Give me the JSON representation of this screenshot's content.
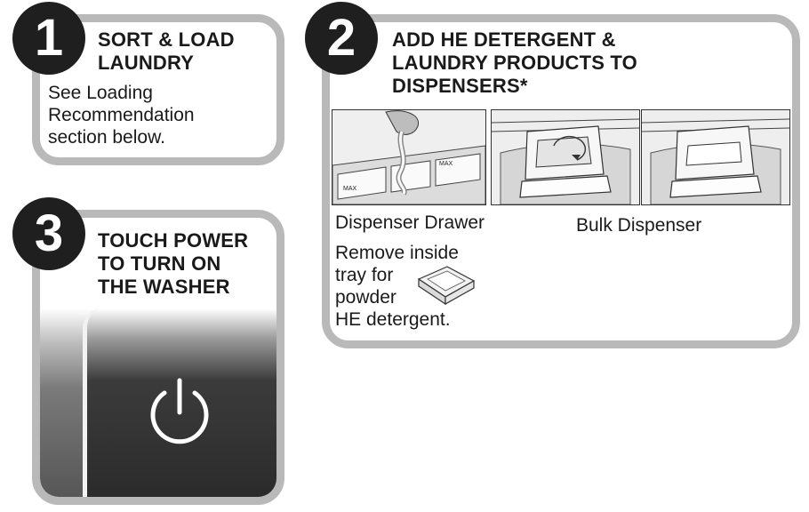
{
  "steps": {
    "step1": {
      "number": "1",
      "title": "SORT & LOAD\nLAUNDRY",
      "text": "See Loading\nRecommendation\nsection below."
    },
    "step2": {
      "number": "2",
      "title": "ADD HE DETERGENT &\nLAUNDRY PRODUCTS TO\nDISPENSERS*",
      "caption_drawer": "Dispenser Drawer",
      "caption_bulk": "Bulk Dispenser",
      "tray_note": "Remove inside\ntray for\npowder\nHE detergent.",
      "drawer_labels": {
        "max_left": "MAX",
        "max_right": "MAX"
      }
    },
    "step3": {
      "number": "3",
      "title": "TOUCH POWER\nTO TURN ON\nTHE WASHER"
    }
  },
  "icons": {
    "power": "power-icon"
  },
  "colors": {
    "card_border": "#b9b9b9",
    "badge_fill": "#1f1f1f",
    "panel_dark": "#2b2b2b"
  }
}
